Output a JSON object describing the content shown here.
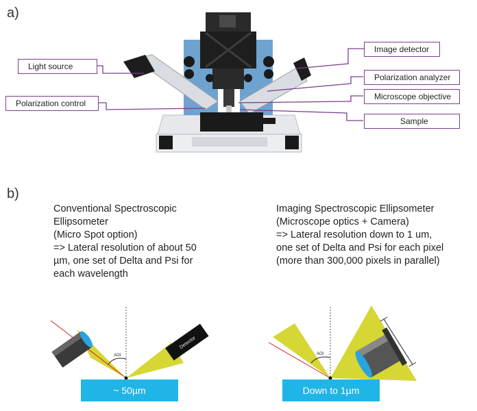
{
  "labels": {
    "part_a": "a)",
    "part_b": "b)"
  },
  "callouts": {
    "light_source": "Light source",
    "polarization_control": "Polarization control",
    "image_detector": "Image detector",
    "polarization_analyzer": "Polarization analyzer",
    "microscope_objective": "Microscope objective",
    "sample": "Sample"
  },
  "conventional": {
    "lines": [
      "Conventional Spectroscopic",
      "Ellipsometer",
      "(Micro Spot option)",
      "=> Lateral resolution of about 50",
      "µm, one set of Delta and Psi for",
      "each wavelength"
    ],
    "aoi_label": "AOI",
    "detector_label": "Detector",
    "sample_label": "~ 50µm"
  },
  "imaging": {
    "lines": [
      "Imaging Spectroscopic Ellipsometer",
      "(Microscope optics + Camera)",
      "=> Lateral resolution down to 1 um,",
      "one set of Delta and Psi for each pixel",
      "(more than 300,000 pixels in parallel)"
    ],
    "aoi_label": "AOI",
    "sample_label": "Down to 1µm"
  },
  "colors": {
    "callout_border": "#7a3d8c",
    "sample_blue": "#1fb5e6",
    "beam_yellow": "#d4d42a",
    "laser_red": "#d42020"
  }
}
